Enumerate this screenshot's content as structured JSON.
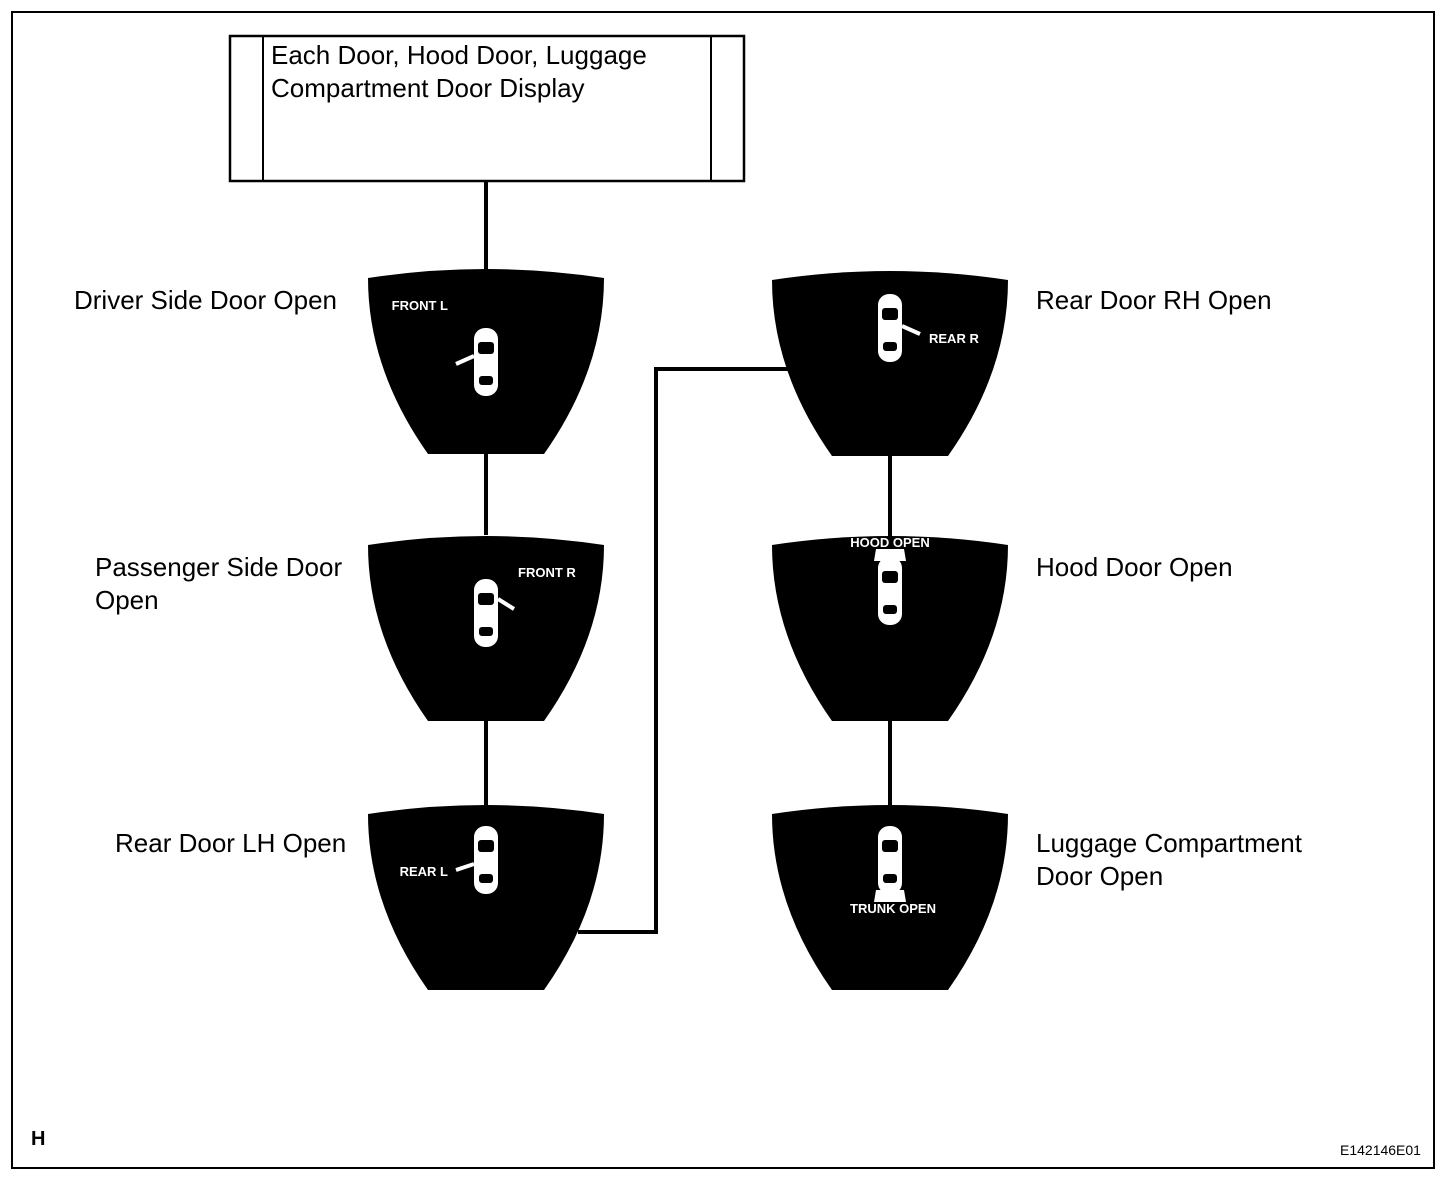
{
  "title_box": {
    "line1": "Each Door, Hood Door, Luggage",
    "line2": "Compartment Door Display"
  },
  "panels": [
    {
      "id": "driver",
      "label_lines": [
        "Driver Side Door Open"
      ],
      "display_text": "FRONT L"
    },
    {
      "id": "passenger",
      "label_lines": [
        "Passenger Side Door",
        "Open"
      ],
      "display_text": "FRONT R"
    },
    {
      "id": "rear-lh",
      "label_lines": [
        "Rear Door LH Open"
      ],
      "display_text": "REAR L"
    },
    {
      "id": "rear-rh",
      "label_lines": [
        "Rear Door RH Open"
      ],
      "display_text": "REAR R"
    },
    {
      "id": "hood",
      "label_lines": [
        "Hood Door Open"
      ],
      "display_text": "HOOD OPEN"
    },
    {
      "id": "trunk",
      "label_lines": [
        "Luggage Compartment",
        "Door Open"
      ],
      "display_text": "TRUNK OPEN"
    }
  ],
  "footer": {
    "left_mark": "H",
    "figure_id": "E142146E01"
  },
  "colors": {
    "panel_fill": "#000000",
    "line": "#000000",
    "display_text": "#ffffff",
    "background": "#ffffff"
  }
}
